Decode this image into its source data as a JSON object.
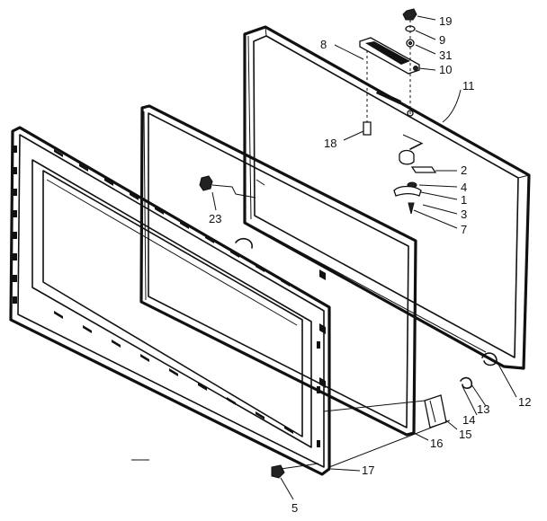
{
  "diagram": {
    "callouts": [
      {
        "id": "c19",
        "label": "19"
      },
      {
        "id": "c9",
        "label": "9"
      },
      {
        "id": "c31",
        "label": "31"
      },
      {
        "id": "c10",
        "label": "10"
      },
      {
        "id": "c8",
        "label": "8"
      },
      {
        "id": "c11",
        "label": "11"
      },
      {
        "id": "c18",
        "label": "18"
      },
      {
        "id": "c2",
        "label": "2"
      },
      {
        "id": "c4",
        "label": "4"
      },
      {
        "id": "c1",
        "label": "1"
      },
      {
        "id": "c3",
        "label": "3"
      },
      {
        "id": "c7",
        "label": "7"
      },
      {
        "id": "c23",
        "label": "23"
      },
      {
        "id": "c12",
        "label": "12"
      },
      {
        "id": "c13",
        "label": "13"
      },
      {
        "id": "c14",
        "label": "14"
      },
      {
        "id": "c15",
        "label": "15"
      },
      {
        "id": "c16",
        "label": "16"
      },
      {
        "id": "c17",
        "label": "17"
      },
      {
        "id": "c5",
        "label": "5"
      }
    ]
  }
}
